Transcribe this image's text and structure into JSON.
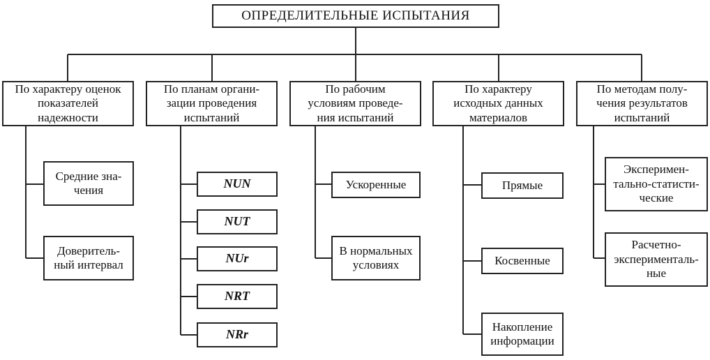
{
  "root": {
    "label": "ОПРЕДЕЛИТЕЛЬНЫЕ ИСПЫТАНИЯ"
  },
  "categories": [
    {
      "label": "По характеру оценок\nпоказателей\nнадежности",
      "items": [
        "Средние зна-\nчения",
        "Доверитель-\nный интервал"
      ]
    },
    {
      "label": "По планам органи-\nзации проведения\nиспытаний",
      "items": [
        "NUN",
        "NUT",
        "NUr",
        "NRT",
        "NRr"
      ]
    },
    {
      "label": "По рабочим\nусловиям проведе-\nния испытаний",
      "items": [
        "Ускоренные",
        "В нормальных\nусловиях"
      ]
    },
    {
      "label": "По характеру\nисходных данных\nматериалов",
      "items": [
        "Прямые",
        "Косвенные",
        "Накопление\nинформации"
      ]
    },
    {
      "label": "По методам полу-\nчения результатов\nиспытаний",
      "items": [
        "Эксперимен-\nтально-статисти-\nческие",
        "Расчетно-\nэксперименталь-\nные"
      ]
    }
  ]
}
